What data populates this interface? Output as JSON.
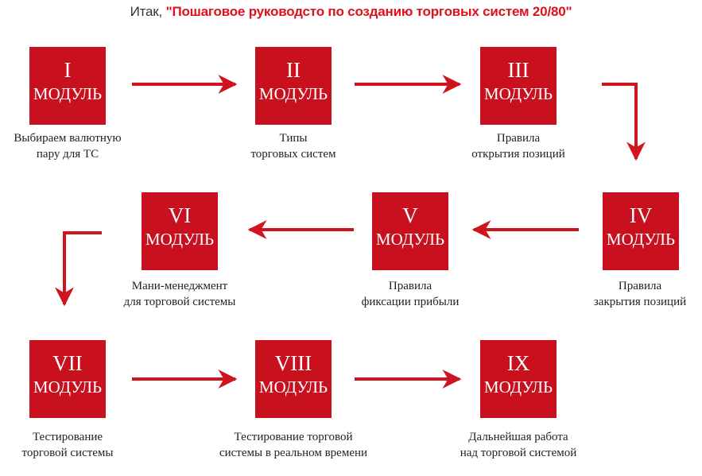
{
  "header": {
    "intro": "Итак, ",
    "title": "\"Пошаговое руководсто по созданию торговых систем 20/80\""
  },
  "modules": [
    {
      "number": "I",
      "word": "МОДУЛЬ",
      "caption1": "Выбираем валютную",
      "caption2": "пару для ТС"
    },
    {
      "number": "II",
      "word": "МОДУЛЬ",
      "caption1": "Типы",
      "caption2": "торговых систем"
    },
    {
      "number": "III",
      "word": "МОДУЛЬ",
      "caption1": "Правила",
      "caption2": "открытия позиций"
    },
    {
      "number": "IV",
      "word": "МОДУЛЬ",
      "caption1": "Правила",
      "caption2": "закрытия позиций"
    },
    {
      "number": "V",
      "word": "МОДУЛЬ",
      "caption1": "Правила",
      "caption2": "фиксации прибыли"
    },
    {
      "number": "VI",
      "word": "МОДУЛЬ",
      "caption1": "Мани-менеджмент",
      "caption2": "для торговой системы"
    },
    {
      "number": "VII",
      "word": "МОДУЛЬ",
      "caption1": "Тестирование",
      "caption2": "торговой системы"
    },
    {
      "number": "VIII",
      "word": "МОДУЛЬ",
      "caption1": "Тестирование торговой",
      "caption2": "системы в реальном времени"
    },
    {
      "number": "IX",
      "word": "МОДУЛЬ",
      "caption1": "Дальнейшая работа",
      "caption2": "над торговой системой"
    }
  ],
  "colors": {
    "module_box": "#c8101f",
    "arrow": "#d0141f",
    "title_accent": "#e0101c"
  }
}
